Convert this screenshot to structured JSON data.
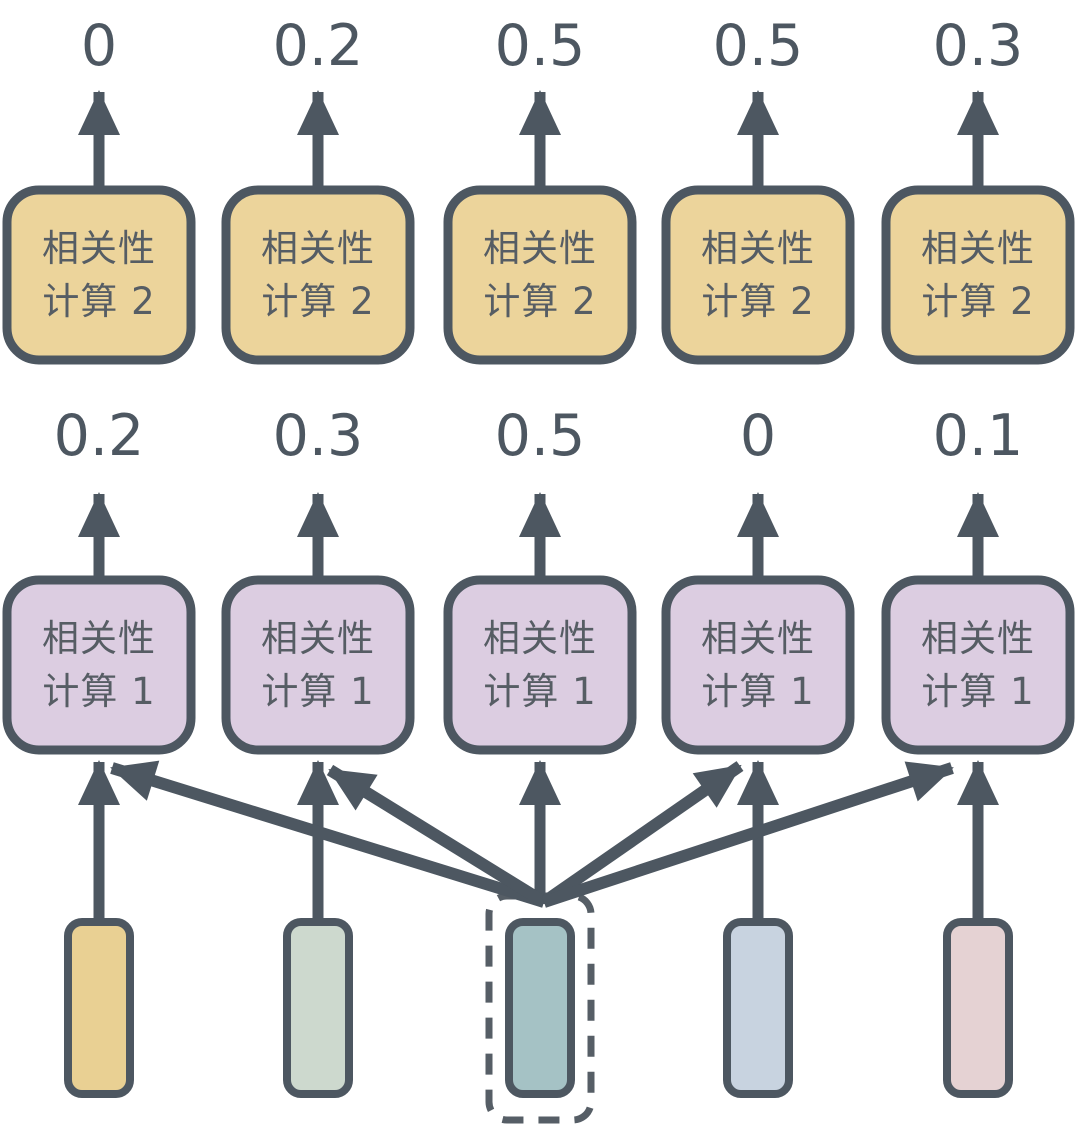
{
  "diagram": {
    "background_color": "#ffffff",
    "stroke_color": "#4d5761",
    "text_color": "#4d5761",
    "layer2": {
      "box_fill": "#ecd49b",
      "label_line1": "相关性",
      "label_line2": "计算 2",
      "outputs": [
        "0",
        "0.2",
        "0.5",
        "0.5",
        "0.3"
      ]
    },
    "layer1": {
      "box_fill": "#dccde1",
      "label_line1": "相关性",
      "label_line2": "计算 1",
      "outputs": [
        "0.2",
        "0.3",
        "0.5",
        "0",
        "0.1"
      ]
    },
    "tokens": [
      {
        "id": "token-1",
        "color": "#e9d093"
      },
      {
        "id": "token-2",
        "color": "#cdd9ce"
      },
      {
        "id": "token-3",
        "color": "#a5c2c5",
        "highlighted": "dashed-outline"
      },
      {
        "id": "token-4",
        "color": "#c8d3e0"
      },
      {
        "id": "token-5",
        "color": "#e5d2d3"
      }
    ]
  }
}
